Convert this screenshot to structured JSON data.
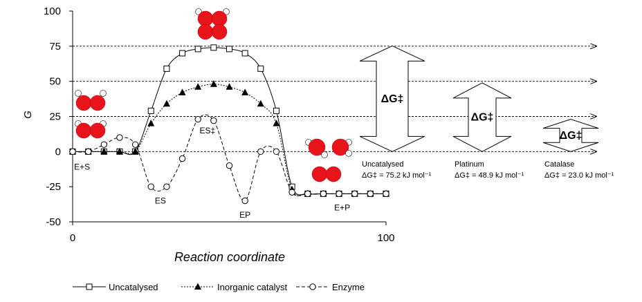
{
  "chart_data": {
    "type": "line",
    "xlabel": "Reaction coordinate",
    "ylabel": "G",
    "xlim": [
      0,
      100
    ],
    "ylim": [
      -50,
      100
    ],
    "x_ticks": [
      "0",
      "100"
    ],
    "y_ticks": [
      "100",
      "75",
      "50",
      "25",
      "0",
      "-25",
      "-50"
    ],
    "grid": "horizontal dashed lines with arrows at 0, 25, 50 and 75",
    "legend_placement": "bottom",
    "series": [
      {
        "name": "Uncatalysed",
        "marker": "open-square",
        "line": "solid",
        "x": [
          0,
          5,
          10,
          15,
          20,
          25,
          30,
          35,
          40,
          45,
          50,
          55,
          60,
          65,
          70,
          75,
          80,
          85,
          90,
          95,
          100
        ],
        "y": [
          0,
          0,
          0,
          0,
          0,
          29,
          59,
          70,
          73,
          74,
          73,
          70,
          59,
          29,
          -25,
          -30,
          -30,
          -30,
          -30,
          -30,
          -30
        ]
      },
      {
        "name": "Inorganic catalyst",
        "marker": "filled-triangle",
        "line": "dotted",
        "x": [
          0,
          5,
          10,
          15,
          20,
          25,
          30,
          35,
          40,
          45,
          50,
          55,
          60,
          65,
          70,
          75,
          80,
          85,
          90,
          95,
          100
        ],
        "y": [
          0,
          0,
          0,
          0,
          0,
          20,
          34,
          42,
          46,
          48,
          46,
          42,
          34,
          20,
          -27,
          -30,
          -30,
          -30,
          -30,
          -30,
          -30
        ]
      },
      {
        "name": "Enzyme",
        "marker": "open-circle",
        "line": "dashed",
        "x": [
          0,
          5,
          10,
          15,
          20,
          25,
          30,
          35,
          40,
          45,
          50,
          55,
          60,
          65,
          70,
          75,
          80,
          85,
          90,
          95,
          100
        ],
        "y": [
          0,
          0,
          5,
          10,
          5,
          -25,
          -25,
          -5,
          23,
          22,
          -10,
          -35,
          0,
          0,
          -29,
          -30,
          -30,
          -30,
          -30,
          -30,
          -30
        ]
      }
    ],
    "point_labels": [
      {
        "text": "E+S",
        "x": 3,
        "y": -11
      },
      {
        "text": "ES",
        "x": 28,
        "y": -35
      },
      {
        "text": "ES‡",
        "x": 43,
        "y": 15
      },
      {
        "text": "EP",
        "x": 55,
        "y": -45
      },
      {
        "text": "E+P",
        "x": 86,
        "y": -40
      }
    ],
    "energy_gaps": [
      {
        "label": "ΔG‡",
        "from": 0,
        "to": 75.2,
        "caption_name": "Uncatalysed",
        "caption_value": "ΔG‡ = 75.2 kJ mol⁻¹"
      },
      {
        "label": "ΔG‡",
        "from": 0,
        "to": 48.9,
        "caption_name": "Platinum",
        "caption_value": "ΔG‡ = 48.9 kJ mol⁻¹"
      },
      {
        "label": "ΔG‡",
        "from": 0,
        "to": 23.0,
        "caption_name": "Catalase",
        "caption_value": "ΔG‡ = 23.0 kJ mol⁻¹"
      }
    ],
    "colors": {
      "axis": "#000000",
      "line": "#000000",
      "molecule_oxygen": "#e8141b",
      "molecule_hydrogen": "#ffffff"
    }
  }
}
